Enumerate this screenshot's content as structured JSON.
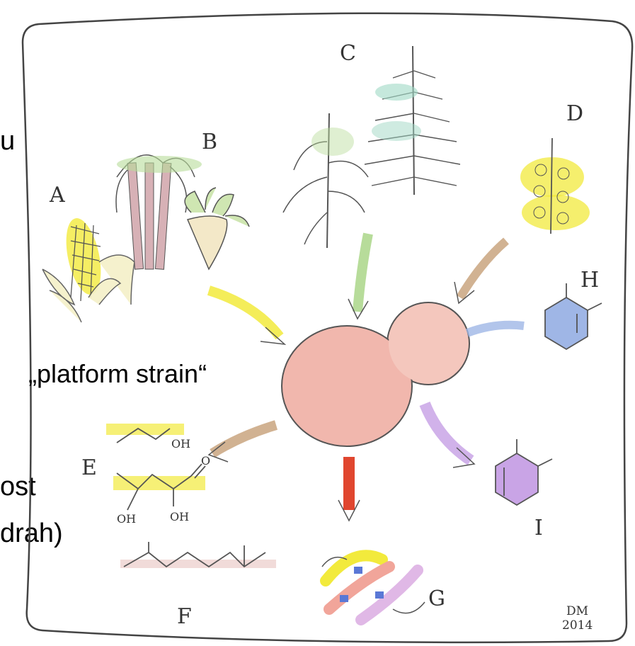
{
  "side_text": {
    "fragment_top": "u",
    "fragment_mid1": "ost",
    "fragment_mid2": "drah)"
  },
  "center_label": "„platform strain“",
  "panel_labels": {
    "a": "A",
    "b": "B",
    "c": "C",
    "d": "D",
    "e": "E",
    "f": "F",
    "g": "G",
    "h": "H",
    "i": "I"
  },
  "molecule_labels": {
    "ethanol_oh": "OH",
    "lactic_oh_left": "OH",
    "lactic_oh_right": "OH",
    "lactic_o": "O"
  },
  "signature": {
    "initials": "DM",
    "year": "2014"
  },
  "colors": {
    "yellow": "#f2ea3c",
    "green": "#b7dc9a",
    "teal": "#9fd8c4",
    "pink_cell": "#f1b7ad",
    "red": "#e0462f",
    "purple": "#c9a4e6",
    "blue": "#9fb6e6",
    "brown": "#c9a57f",
    "ink": "#3b3b3b"
  }
}
